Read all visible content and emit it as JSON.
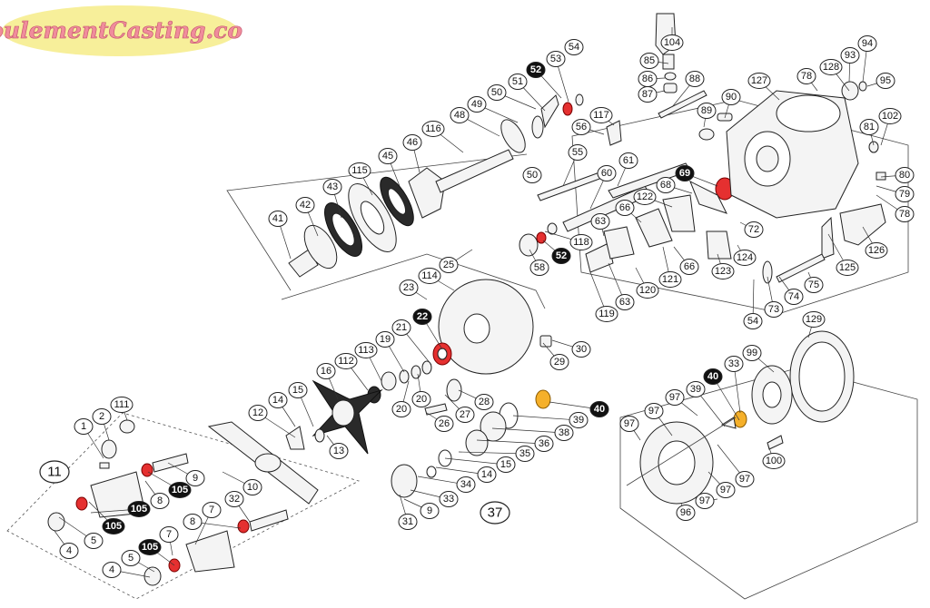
{
  "logo": {
    "text": "RoulementCasting.com",
    "bg": "#f7ef9a",
    "color": "#f08c9c"
  },
  "highlight_colors": {
    "bearing": "#e53030",
    "bushing": "#f5b02a"
  },
  "callouts": [
    {
      "t": "104",
      "hl": false
    },
    {
      "t": "54",
      "hl": false
    },
    {
      "t": "85",
      "hl": false
    },
    {
      "t": "52",
      "hl": true
    },
    {
      "t": "53",
      "hl": false
    },
    {
      "t": "86",
      "hl": false
    },
    {
      "t": "88",
      "hl": false
    },
    {
      "t": "87",
      "hl": false
    },
    {
      "t": "51",
      "hl": false
    },
    {
      "t": "50",
      "hl": false
    },
    {
      "t": "49",
      "hl": false
    },
    {
      "t": "90",
      "hl": false
    },
    {
      "t": "48",
      "hl": false
    },
    {
      "t": "117",
      "hl": false
    },
    {
      "t": "89",
      "hl": false
    },
    {
      "t": "56",
      "hl": false
    },
    {
      "t": "116",
      "hl": false
    },
    {
      "t": "46",
      "hl": false
    },
    {
      "t": "55",
      "hl": false
    },
    {
      "t": "61",
      "hl": false
    },
    {
      "t": "50",
      "hl": false
    },
    {
      "t": "45",
      "hl": false
    },
    {
      "t": "115",
      "hl": false
    },
    {
      "t": "60",
      "hl": false
    },
    {
      "t": "69",
      "hl": true
    },
    {
      "t": "43",
      "hl": false
    },
    {
      "t": "42",
      "hl": false
    },
    {
      "t": "68",
      "hl": false
    },
    {
      "t": "122",
      "hl": false
    },
    {
      "t": "41",
      "hl": false
    },
    {
      "t": "66",
      "hl": false
    },
    {
      "t": "63",
      "hl": false
    },
    {
      "t": "118",
      "hl": false
    },
    {
      "t": "52",
      "hl": true
    },
    {
      "t": "58",
      "hl": false
    },
    {
      "t": "72",
      "hl": false
    },
    {
      "t": "124",
      "hl": false
    },
    {
      "t": "66",
      "hl": false
    },
    {
      "t": "123",
      "hl": false
    },
    {
      "t": "121",
      "hl": false
    },
    {
      "t": "120",
      "hl": false
    },
    {
      "t": "63",
      "hl": false
    },
    {
      "t": "119",
      "hl": false
    },
    {
      "t": "25",
      "hl": false
    },
    {
      "t": "114",
      "hl": false
    },
    {
      "t": "23",
      "hl": false
    },
    {
      "t": "22",
      "hl": true
    },
    {
      "t": "21",
      "hl": false
    },
    {
      "t": "30",
      "hl": false
    },
    {
      "t": "113",
      "hl": false
    },
    {
      "t": "19",
      "hl": false
    },
    {
      "t": "112",
      "hl": false
    },
    {
      "t": "29",
      "hl": false
    },
    {
      "t": "16",
      "hl": false
    },
    {
      "t": "20",
      "hl": false
    },
    {
      "t": "15",
      "hl": false
    },
    {
      "t": "28",
      "hl": false
    },
    {
      "t": "14",
      "hl": false
    },
    {
      "t": "20",
      "hl": false
    },
    {
      "t": "27",
      "hl": false
    },
    {
      "t": "40",
      "hl": true
    },
    {
      "t": "111",
      "hl": false
    },
    {
      "t": "12",
      "hl": false
    },
    {
      "t": "26",
      "hl": false
    },
    {
      "t": "39",
      "hl": false
    },
    {
      "t": "2",
      "hl": false
    },
    {
      "t": "1",
      "hl": false
    },
    {
      "t": "13",
      "hl": false
    },
    {
      "t": "38",
      "hl": false
    },
    {
      "t": "36",
      "hl": false
    },
    {
      "t": "35",
      "hl": false
    },
    {
      "t": "9",
      "hl": false
    },
    {
      "t": "15",
      "hl": false
    },
    {
      "t": "14",
      "hl": false
    },
    {
      "t": "10",
      "hl": false
    },
    {
      "t": "8",
      "hl": false
    },
    {
      "t": "105",
      "hl": true
    },
    {
      "t": "34",
      "hl": false
    },
    {
      "t": "33",
      "hl": false
    },
    {
      "t": "32",
      "hl": false
    },
    {
      "t": "9",
      "hl": false
    },
    {
      "t": "105",
      "hl": true
    },
    {
      "t": "7",
      "hl": false
    },
    {
      "t": "105",
      "hl": true
    },
    {
      "t": "8",
      "hl": false
    },
    {
      "t": "31",
      "hl": false
    },
    {
      "t": "5",
      "hl": false
    },
    {
      "t": "4",
      "hl": false
    },
    {
      "t": "7",
      "hl": false
    },
    {
      "t": "105",
      "hl": true
    },
    {
      "t": "5",
      "hl": false
    },
    {
      "t": "4",
      "hl": false
    },
    {
      "t": "94",
      "hl": false
    },
    {
      "t": "93",
      "hl": false
    },
    {
      "t": "78",
      "hl": false
    },
    {
      "t": "128",
      "hl": false
    },
    {
      "t": "127",
      "hl": false
    },
    {
      "t": "95",
      "hl": false
    },
    {
      "t": "81",
      "hl": false
    },
    {
      "t": "102",
      "hl": false
    },
    {
      "t": "80",
      "hl": false
    },
    {
      "t": "79",
      "hl": false
    },
    {
      "t": "78",
      "hl": false
    },
    {
      "t": "126",
      "hl": false
    },
    {
      "t": "125",
      "hl": false
    },
    {
      "t": "75",
      "hl": false
    },
    {
      "t": "74",
      "hl": false
    },
    {
      "t": "73",
      "hl": false
    },
    {
      "t": "54",
      "hl": false
    },
    {
      "t": "129",
      "hl": false
    },
    {
      "t": "99",
      "hl": false
    },
    {
      "t": "33",
      "hl": false
    },
    {
      "t": "40",
      "hl": true
    },
    {
      "t": "39",
      "hl": false
    },
    {
      "t": "97",
      "hl": false
    },
    {
      "t": "97",
      "hl": false
    },
    {
      "t": "97",
      "hl": false
    },
    {
      "t": "100",
      "hl": false
    },
    {
      "t": "97",
      "hl": false
    },
    {
      "t": "97",
      "hl": false
    },
    {
      "t": "97",
      "hl": false
    },
    {
      "t": "96",
      "hl": false
    }
  ],
  "groups": [
    {
      "t": "11"
    },
    {
      "t": "37"
    }
  ]
}
